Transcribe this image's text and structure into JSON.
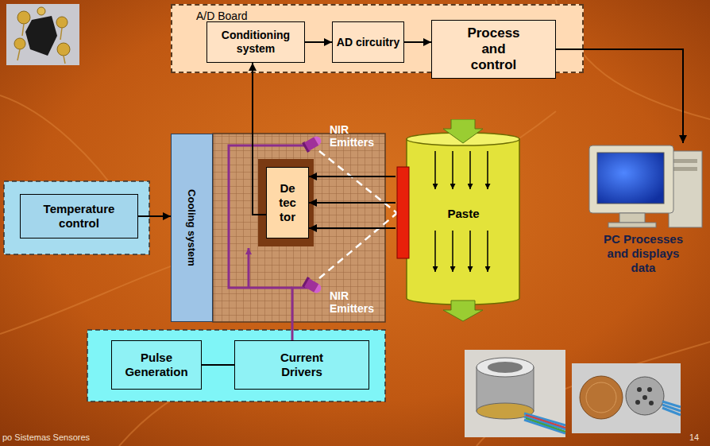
{
  "diagram": {
    "nodes": [
      {
        "text": [
          "A/D Board"
        ]
      },
      {
        "text": [
          "Conditioning system"
        ],
        "in": 0
      },
      {
        "text": [
          "AD circuitry"
        ],
        "in": 0
      },
      {
        "text": [
          "Process and control"
        ],
        "in": 0
      },
      {
        "text": [
          "PC Processes and displays data"
        ]
      },
      {
        "text": [
          "Temperature control"
        ]
      },
      {
        "text": [
          "Cooling system"
        ]
      },
      {
        "text": [
          "De tec tor"
        ]
      },
      {
        "text": [
          "Paste"
        ]
      },
      {
        "text": [
          "Pulse Generation"
        ]
      },
      {
        "text": [
          "Current Drivers"
        ]
      }
    ],
    "edges": [
      {
        "from": 1,
        "to": 2,
        "arrow": "to"
      },
      {
        "from": 2,
        "to": 3,
        "arrow": "to"
      },
      {
        "from": 3,
        "to": 4,
        "arrow": "to"
      },
      {
        "from": 7,
        "to": 1,
        "arrow": "to"
      },
      {
        "from": 5,
        "to": 6,
        "arrow": "to"
      },
      {
        "from": 8,
        "to": 7,
        "arrow": "to"
      },
      {
        "from": 8,
        "to": 7,
        "arrow": "to"
      },
      {
        "from": 8,
        "to": 7,
        "arrow": "to"
      },
      {
        "from": 9,
        "to": 10,
        "arrow": "none"
      }
    ],
    "labels": [
      "NIR Emitters",
      "NIR Emitters",
      "po Sistemas Sensores",
      "14"
    ]
  }
}
